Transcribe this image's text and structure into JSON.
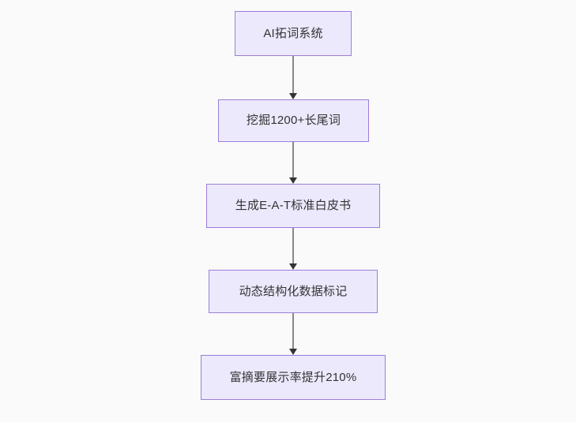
{
  "diagram": {
    "type": "flowchart",
    "direction": "top-to-bottom",
    "background_color": "#fafafa",
    "node_fill_color": "#ece9fc",
    "node_border_color": "#9a7fd8",
    "node_text_color": "#333333",
    "connector_color": "#888888",
    "arrowhead_color": "#333333",
    "nodes": [
      {
        "id": "node1",
        "label": "AI拓词系统"
      },
      {
        "id": "node2",
        "label": "挖掘1200+长尾词"
      },
      {
        "id": "node3",
        "label": "生成E-A-T标准白皮书"
      },
      {
        "id": "node4",
        "label": "动态结构化数据标记"
      },
      {
        "id": "node5",
        "label": "富摘要展示率提升210%"
      }
    ],
    "edges": [
      {
        "from": "node1",
        "to": "node2",
        "label": ""
      },
      {
        "from": "node2",
        "to": "node3",
        "label": ""
      },
      {
        "from": "node3",
        "to": "node4",
        "label": ""
      },
      {
        "from": "node4",
        "to": "node5",
        "label": ""
      }
    ]
  }
}
